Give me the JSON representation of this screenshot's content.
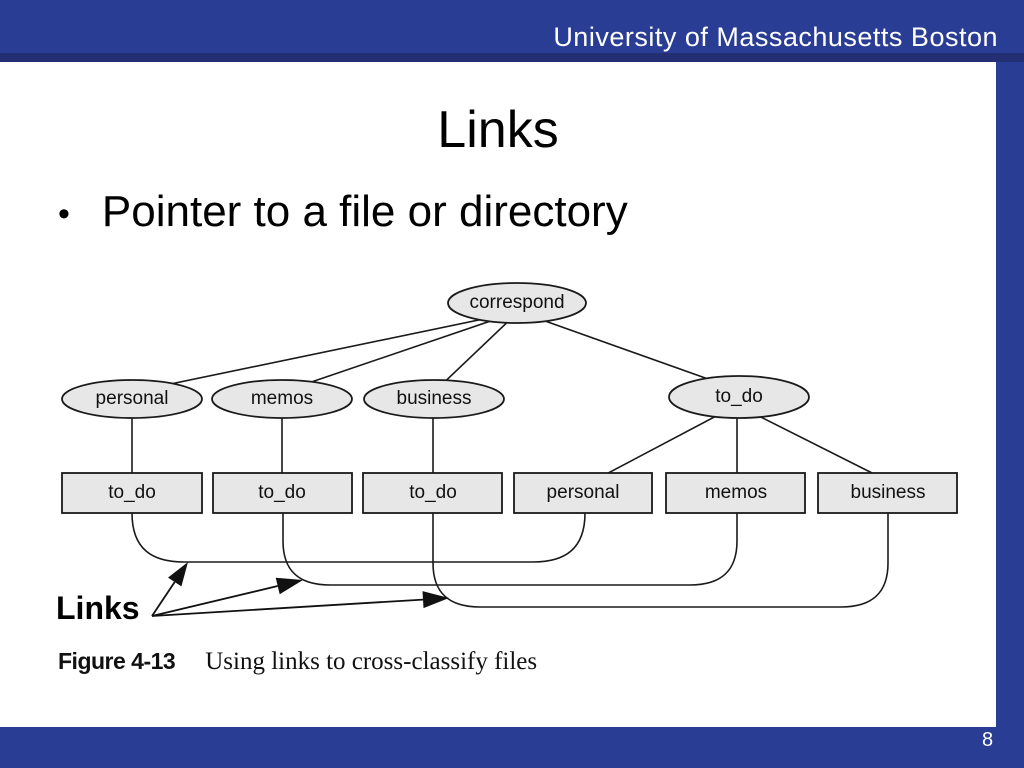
{
  "frame": {
    "accent_blue": "#2a3d94",
    "accent_blue_dark": "#232f72",
    "page_number": "8"
  },
  "header": {
    "institution": "University of Massachusetts Boston"
  },
  "slide": {
    "title": "Links",
    "bullet_glyph": "•",
    "bullet": "Pointer to a file or directory"
  },
  "diagram": {
    "fill_color": "#e7e7e7",
    "stroke_color": "#1a1a1a",
    "links_label": "Links",
    "root": "correspond",
    "directories": [
      "personal",
      "memos",
      "business",
      "to_do"
    ],
    "files": [
      "to_do",
      "to_do",
      "to_do",
      "personal",
      "memos",
      "business"
    ],
    "caption": {
      "figure_label": "Figure 4-13",
      "text": "Using links to cross-classify files"
    }
  }
}
